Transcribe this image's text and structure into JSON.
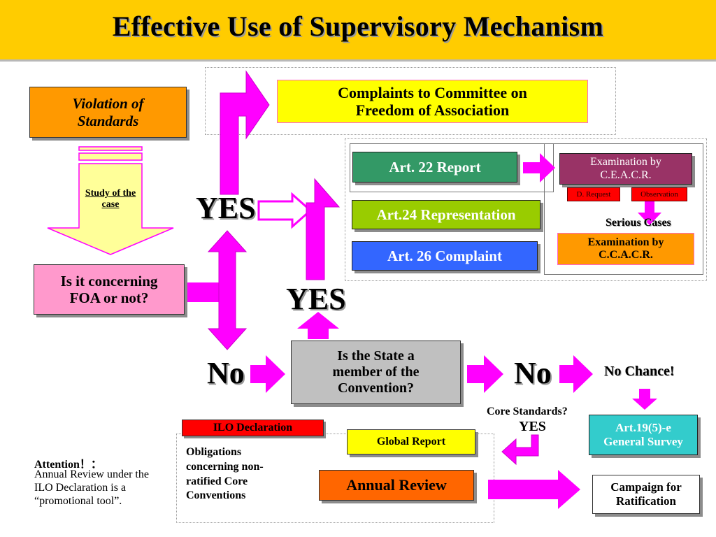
{
  "title": "Effective Use of Supervisory Mechanism",
  "colors": {
    "header": "#ffcc00",
    "magenta": "#ff00ff",
    "violation": "#ff9900",
    "foa": "#ff99cc",
    "yellow": "#ffff00",
    "green": "#339966",
    "lime": "#99cc00",
    "blue": "#3366ff",
    "exam_ceacr": "#993366",
    "request": "#ff0000",
    "exam_ccacr": "#ff9900",
    "state": "#c0c0c0",
    "cyan": "#33cccc",
    "annual": "#ff6600"
  },
  "violation": "Violation of Standards",
  "study": "Study of the case",
  "foa_question": "Is it concerning FOA or not?",
  "yes1": "YES",
  "yes2": "YES",
  "no1": "No",
  "no2": "No",
  "complaints": "Complaints to Committee on Freedom of Association",
  "art22": "Art. 22 Report",
  "art24": "Art.24 Representation",
  "art26": "Art. 26 Complaint",
  "exam_ceacr": "Examination by C.E.A.C.R.",
  "d_request": "D. Request",
  "observation": "Observation",
  "serious_cases": "Serious Cases",
  "exam_ccacr": "Examination by C.C.A.C.R.",
  "state_question": "Is the State a member of the Convention?",
  "no_chance": "No Chance!",
  "core_standards": "Core Standards?",
  "core_yes": "YES",
  "art19": "Art.19(5)-e General Survey",
  "ilo_declaration": "ILO Declaration",
  "global_report": "Global Report",
  "obligations": "Obligations concerning non-ratified Core Conventions",
  "annual_review": "Annual Review",
  "campaign": "Campaign for Ratification",
  "attention_title": "Attention！：",
  "attention_body": "Annual Review under the ILO Declaration is a “promotional tool”."
}
